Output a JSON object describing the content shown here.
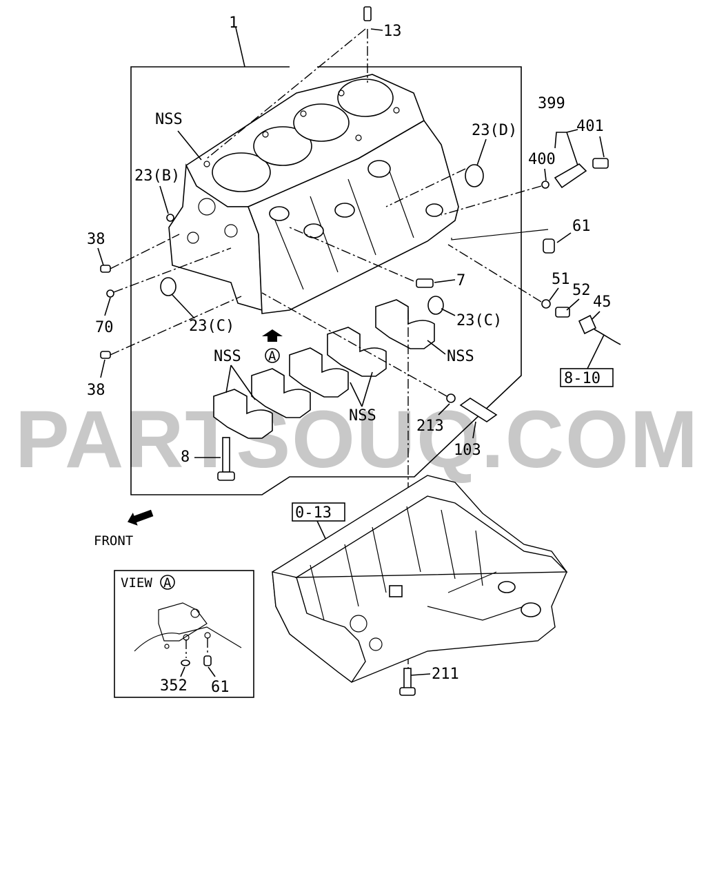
{
  "watermark": "PARTSOUQ.COM",
  "labels": {
    "l1": "1",
    "l13": "13",
    "nss_block": "NSS",
    "l23b": "23(B)",
    "l23d": "23(D)",
    "l399": "399",
    "l400": "400",
    "l401": "401",
    "l61a": "61",
    "l38a": "38",
    "l70": "70",
    "l38b": "38",
    "l23c_left": "23(C)",
    "l7": "7",
    "l23c_right": "23(C)",
    "l51": "51",
    "l52": "52",
    "l45": "45",
    "nss_caps_left": "NSS",
    "circle_a": "A",
    "nss_caps_right": "NSS",
    "nss_caps_bottom": "NSS",
    "l213": "213",
    "l103": "103",
    "l8": "8",
    "ref_810": "8-10",
    "ref_013": "0-13",
    "front": "FRONT",
    "view_label": "VIEW",
    "view_circle": "A",
    "l352": "352",
    "l61b": "61",
    "l211": "211"
  }
}
